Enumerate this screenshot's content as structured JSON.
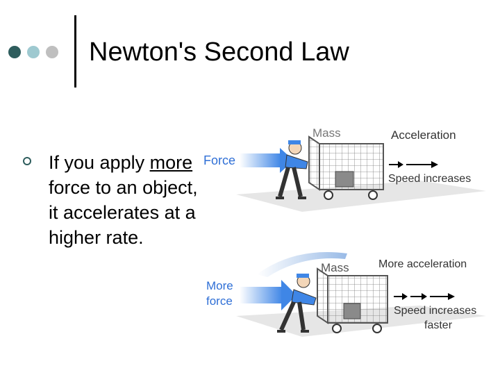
{
  "slide": {
    "title": "Newton's Second Law",
    "decor_colors": [
      "#2e5d5d",
      "#9ec9d0",
      "#bfbfbf"
    ]
  },
  "bullet": {
    "part1": "If you apply ",
    "emphasis": "more",
    "part2": " force to an object, it accelerates at a higher rate."
  },
  "illustration": {
    "top_panel": {
      "mass_label": "Mass",
      "force_label": "Force",
      "acceleration_label": "Acceleration",
      "speed_label": "Speed increases"
    },
    "bottom_panel": {
      "mass_label": "Mass",
      "force_label_line1": "More",
      "force_label_line2": "force",
      "acceleration_label": "More acceleration",
      "speed_label_line1": "Speed increases",
      "speed_label_line2": "faster"
    },
    "colors": {
      "arrow": "#3f86e6",
      "label_blue": "#2f6fd6",
      "cart": "#555555",
      "floor": "#e6e6e6"
    }
  }
}
